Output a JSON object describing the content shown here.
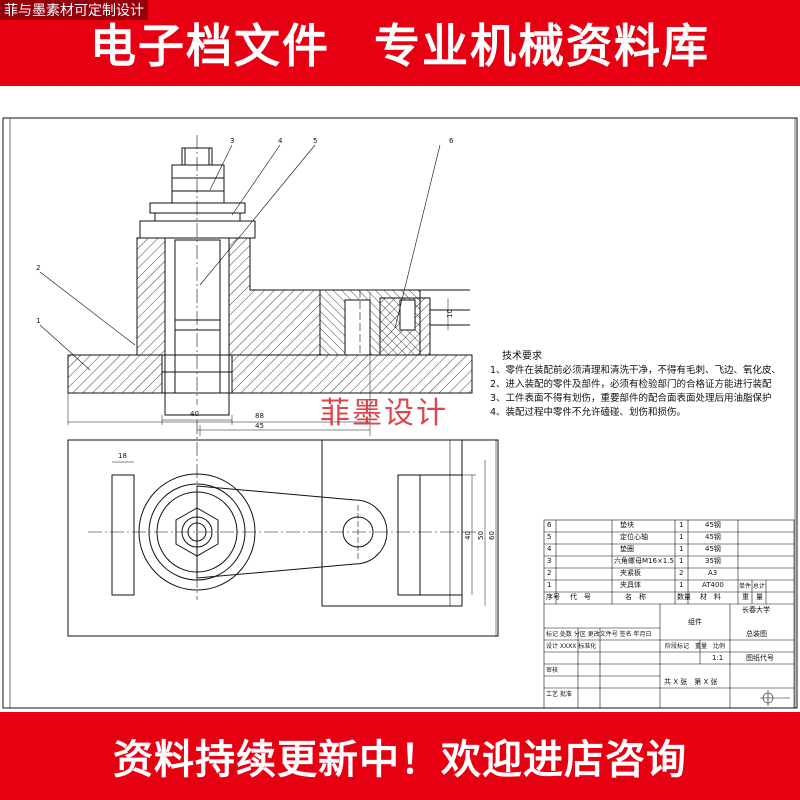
{
  "banner_top": {
    "left_text": "电子档文件",
    "right_text": "专业机械资料库",
    "color": "#e60012"
  },
  "banner_bottom": {
    "text": "资料持续更新中！欢迎进店咨询",
    "color": "#e60012"
  },
  "watermark_topleft": "菲与墨素材可定制设计",
  "watermark_center": "菲墨设计",
  "tech": {
    "title": "技术要求",
    "items": [
      "1、零件在装配前必须清理和清洗干净，不得有毛刺、飞边、氧化皮、",
      "2、进入装配的零件及部件，必须有检验部门的合格证方能进行装配",
      "3、工件表面不得有划伤，重要部件的配合面表面处理后用油脂保护",
      "4、装配过程中零件不允许磕碰、划伤和损伤。"
    ]
  },
  "balloons": [
    "3",
    "4",
    "5",
    "6",
    "2",
    "1"
  ],
  "dims": {
    "d40": "40",
    "d45": "45",
    "d88": "88",
    "d18": "18",
    "d40v": "40",
    "d50": "50",
    "d60": "60",
    "d10": "10"
  },
  "bom": [
    {
      "no": "6",
      "name": "垫块",
      "qty": "1",
      "mat": "45钢"
    },
    {
      "no": "5",
      "name": "定位心轴",
      "qty": "1",
      "mat": "45钢"
    },
    {
      "no": "4",
      "name": "垫圈",
      "qty": "1",
      "mat": "45钢"
    },
    {
      "no": "3",
      "name": "六角螺母M16×1.5",
      "qty": "1",
      "mat": "35钢"
    },
    {
      "no": "2",
      "name": "夹紧板",
      "qty": "2",
      "mat": "A3"
    },
    {
      "no": "1",
      "name": "夹具体",
      "qty": "1",
      "mat": "AT400"
    }
  ],
  "bom_header": {
    "no": "序号",
    "code": "代　号",
    "name": "名　称",
    "qty": "数量",
    "mat": "材　料",
    "wt": "单件 总计",
    "wt2": "重　量"
  },
  "titleblock": {
    "part": "组件",
    "school": "长春大学",
    "drawing": "总装图",
    "scale": "1:1",
    "sheet": "共 X 张　第 X 张",
    "code": "图纸代号",
    "rows": [
      "标记 处数 分区 更改文件号 签名 年月日",
      "设计 XXXX 标准化",
      "审核",
      "工艺 批准"
    ],
    "stage": "阶段标记　重量　比例"
  }
}
